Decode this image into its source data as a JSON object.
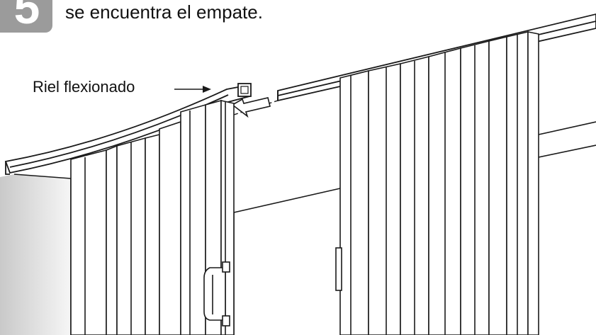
{
  "step": {
    "number": "5",
    "instruction": "se encuentra el empate."
  },
  "labels": {
    "flexed_rail": "Riel flexionado"
  },
  "colors": {
    "badge": "#9b9b9b",
    "line": "#1a1a1a",
    "wall_shade": "#cfcfcf"
  }
}
